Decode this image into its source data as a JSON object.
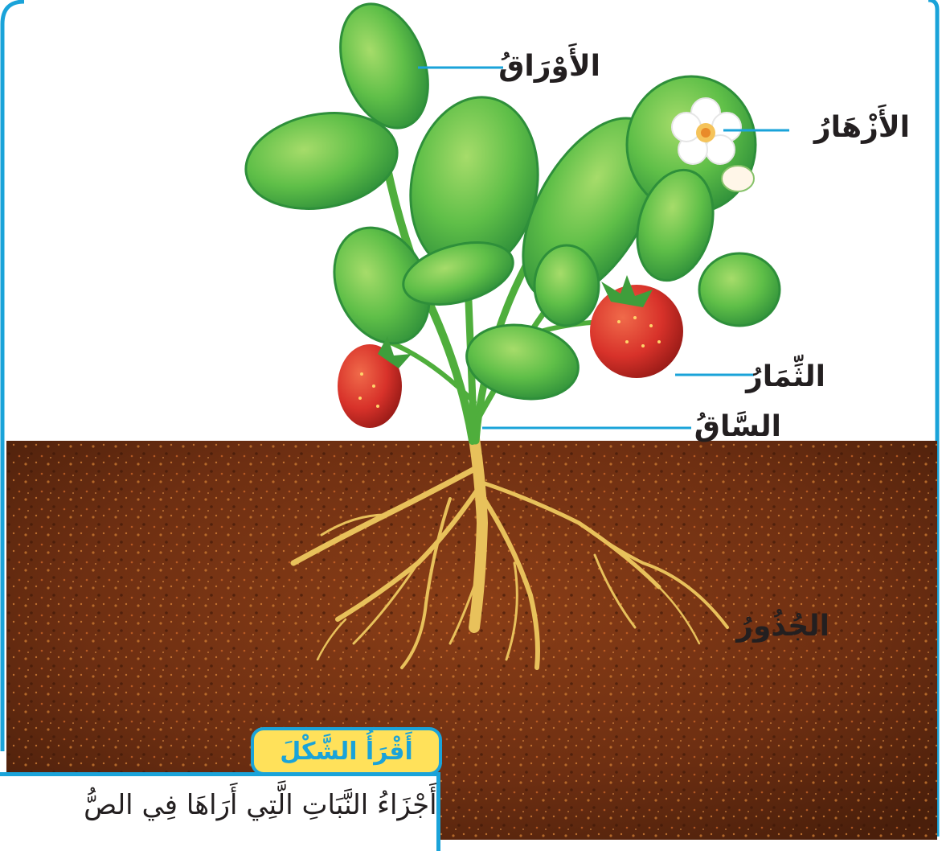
{
  "labels": {
    "leaves": "الأَوْرَاقُ",
    "flowers": "الأَزْهَارُ",
    "fruits": "الثِّمَارُ",
    "stem": "السَّاقُ",
    "roots": "الجُذُورُ"
  },
  "read_figure": {
    "title": "أَقْرَأُ الشَّكْلَ",
    "question": "مَا أَجْزَاءُ النَّبَاتِ الَّتِي أَرَاهَا فِي الصُّ"
  },
  "colors": {
    "frame": "#1aa3d9",
    "leaf": "#56b947",
    "soil": "#6e2f12",
    "fruit": "#d8322a",
    "root": "#e8c15b",
    "badge": "#ffe15a"
  }
}
